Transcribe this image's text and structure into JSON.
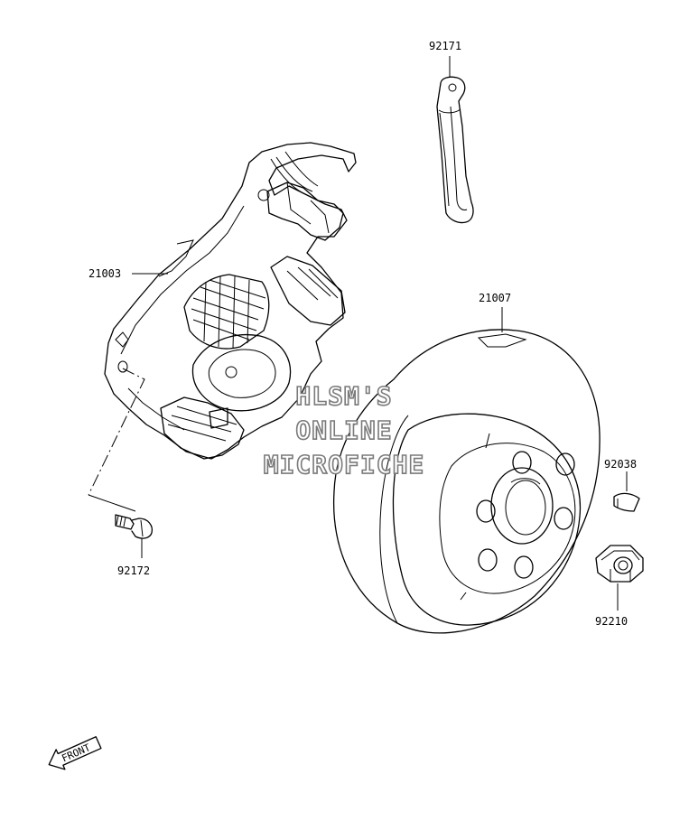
{
  "parts": [
    {
      "id": "p92171",
      "number": "92171",
      "name_icon": "wire-clamp-icon"
    },
    {
      "id": "p21003",
      "number": "21003",
      "name_icon": "stator-assembly-icon"
    },
    {
      "id": "p21007",
      "number": "21007",
      "name_icon": "flywheel-rotor-icon"
    },
    {
      "id": "p92038",
      "number": "92038",
      "name_icon": "woodruff-key-icon"
    },
    {
      "id": "p92172",
      "number": "92172",
      "name_icon": "screw-icon"
    },
    {
      "id": "p92210",
      "number": "92210",
      "name_icon": "flange-nut-icon"
    }
  ],
  "watermark": {
    "line1": "HLSM'S",
    "line2": "ONLINE",
    "line3": "MICROFICHE"
  },
  "front_marker": {
    "label": "FRONT",
    "icon": "front-arrow-icon"
  }
}
